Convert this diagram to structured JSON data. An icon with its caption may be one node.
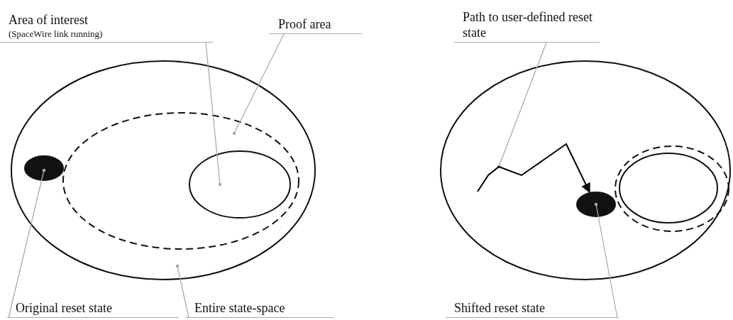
{
  "diagram": {
    "nodes": [
      {
        "text": [
          "Area of interest",
          "(SpaceWire link running)"
        ]
      },
      {
        "text": [
          "Proof area"
        ]
      },
      {
        "text": [
          "Original reset state"
        ]
      },
      {
        "text": [
          "Entire state-space"
        ]
      },
      {
        "text": [
          "Path to user-defined reset state"
        ]
      },
      {
        "text": [
          "Shifted reset state"
        ]
      },
      {
        "text": [],
        "shape": "ellipse"
      },
      {
        "text": [],
        "shape": "ellipse",
        "in": 6
      },
      {
        "text": [],
        "shape": "ellipse",
        "in": 7
      },
      {
        "text": [],
        "shape": "ellipse",
        "in": 6
      },
      {
        "text": [],
        "shape": "ellipse"
      },
      {
        "text": [],
        "shape": "ellipse",
        "in": 10
      },
      {
        "text": [],
        "shape": "ellipse",
        "in": 11
      },
      {
        "text": [],
        "shape": "ellipse",
        "in": 10
      }
    ],
    "edges": [
      {
        "from": 0,
        "to": 8,
        "arrow": "other"
      },
      {
        "from": 1,
        "to": 7,
        "arrow": "other"
      },
      {
        "from": 2,
        "to": 9,
        "arrow": "other"
      },
      {
        "from": 3,
        "to": 6,
        "arrow": "other"
      },
      {
        "from": 4,
        "to": null,
        "arrow": "other"
      },
      {
        "from": 5,
        "to": 13,
        "arrow": "other"
      },
      {
        "from": null,
        "to": 13,
        "arrow": "to",
        "color": "#000000"
      }
    ]
  }
}
